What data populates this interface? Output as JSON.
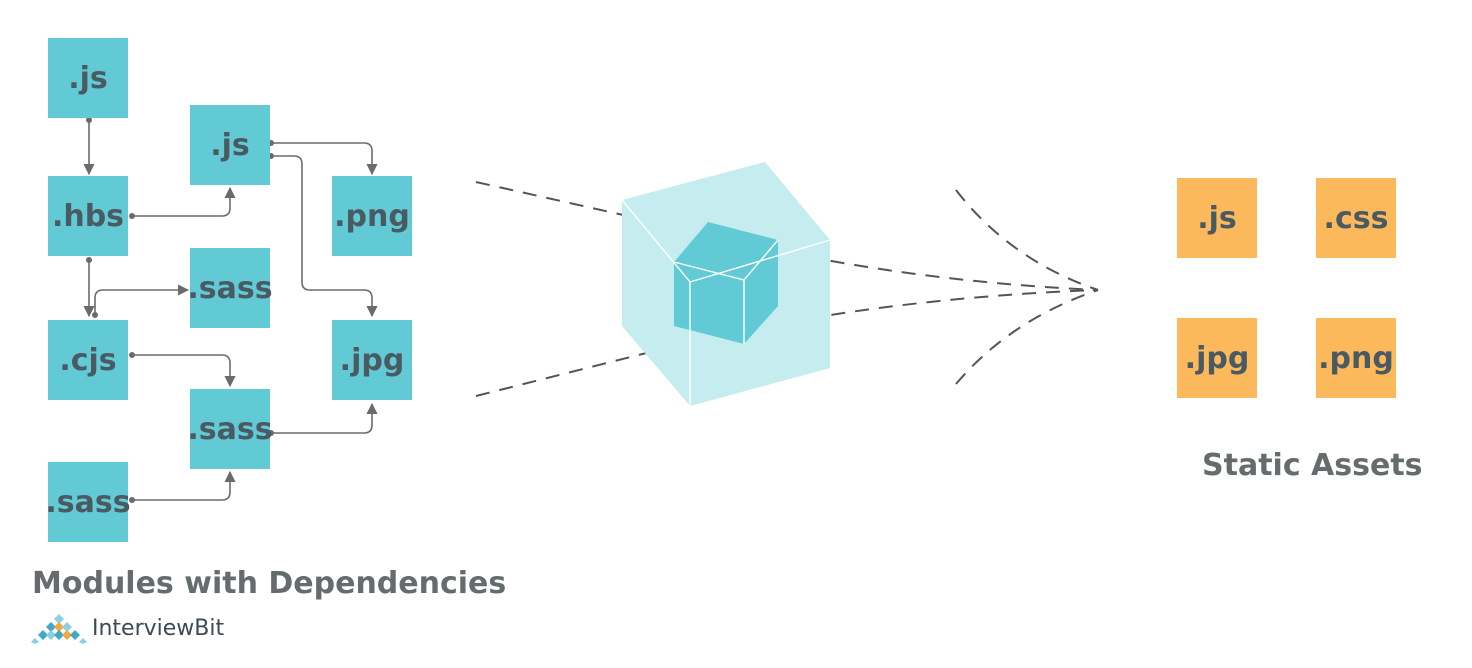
{
  "modules": {
    "caption": "Modules with Dependencies",
    "m1": ".js",
    "m2": ".hbs",
    "m3": ".cjs",
    "m4": ".sass",
    "m5": ".js",
    "m6": ".sass",
    "m7": ".sass",
    "m8": ".png",
    "m9": ".jpg"
  },
  "assets": {
    "caption": "Static Assets",
    "a1": ".js",
    "a2": ".css",
    "a3": ".jpg",
    "a4": ".png"
  },
  "brand": {
    "name": "InterviewBit"
  },
  "colors": {
    "teal": "#62cad4",
    "orange": "#fcb95c",
    "connector": "#6b6b6b",
    "cube_outer": "#c5ecef"
  }
}
